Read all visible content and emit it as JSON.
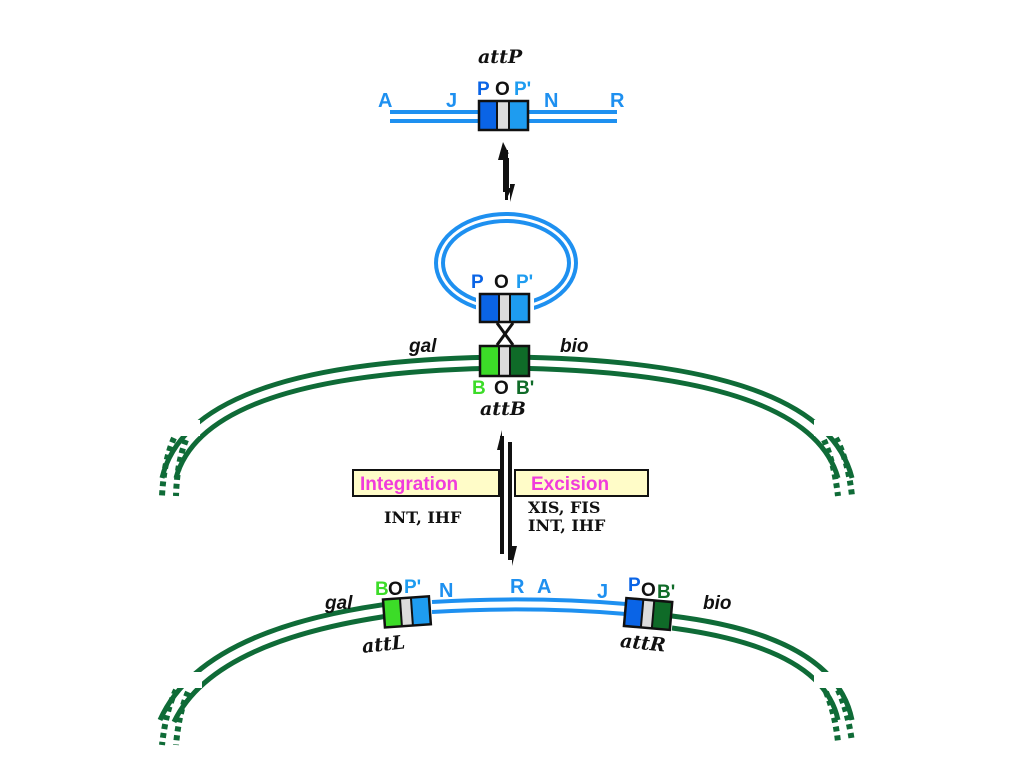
{
  "colors": {
    "phage_dna": "#1e90f0",
    "bacterial_dna": "#0f6b37",
    "p_block": "#0a64e6",
    "o_block": "#dcdcdc",
    "pprime_block": "#1e9cf0",
    "b_block": "#3cdc28",
    "bprime_block": "#0f6b28",
    "label_box_fill": "#fffcc8",
    "process_label": "#f03cdc",
    "text_dark": "#111111"
  },
  "attP": {
    "title": "attP",
    "gene_labels": [
      "A",
      "J",
      "N",
      "R"
    ],
    "site_labels": {
      "p": "P",
      "o": "O",
      "pprime": "P'"
    }
  },
  "circle": {
    "site_labels": {
      "p": "P",
      "o": "O",
      "pprime": "P'"
    }
  },
  "attB": {
    "title": "attB",
    "left_gene": "gal",
    "right_gene": "bio",
    "site_labels": {
      "b": "B",
      "o": "O",
      "bprime": "B'"
    }
  },
  "reaction": {
    "integration_label": "Integration",
    "excision_label": "Excision",
    "integration_proteins": "INT, IHF",
    "excision_proteins_line1": "XIS, FIS",
    "excision_proteins_line2": "INT, IHF"
  },
  "prophage": {
    "left_gene": "gal",
    "right_gene": "bio",
    "attL": {
      "title": "attL",
      "labels": {
        "b": "B",
        "o": "O",
        "pprime": "P'"
      }
    },
    "attR": {
      "title": "attR",
      "labels": {
        "p": "P",
        "o": "O",
        "bprime": "B'"
      }
    },
    "inner_gene_labels": [
      "N",
      "R",
      "A",
      "J"
    ]
  }
}
